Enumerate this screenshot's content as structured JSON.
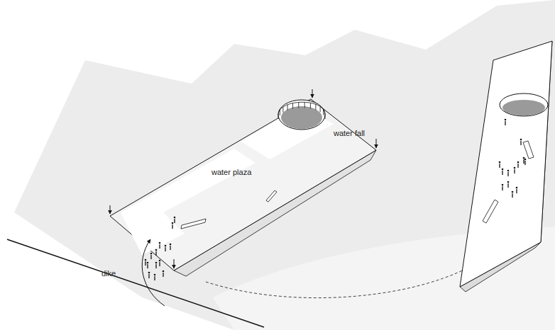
{
  "diagram": {
    "labels": [
      "water fall",
      "water plaza",
      "dike"
    ]
  }
}
